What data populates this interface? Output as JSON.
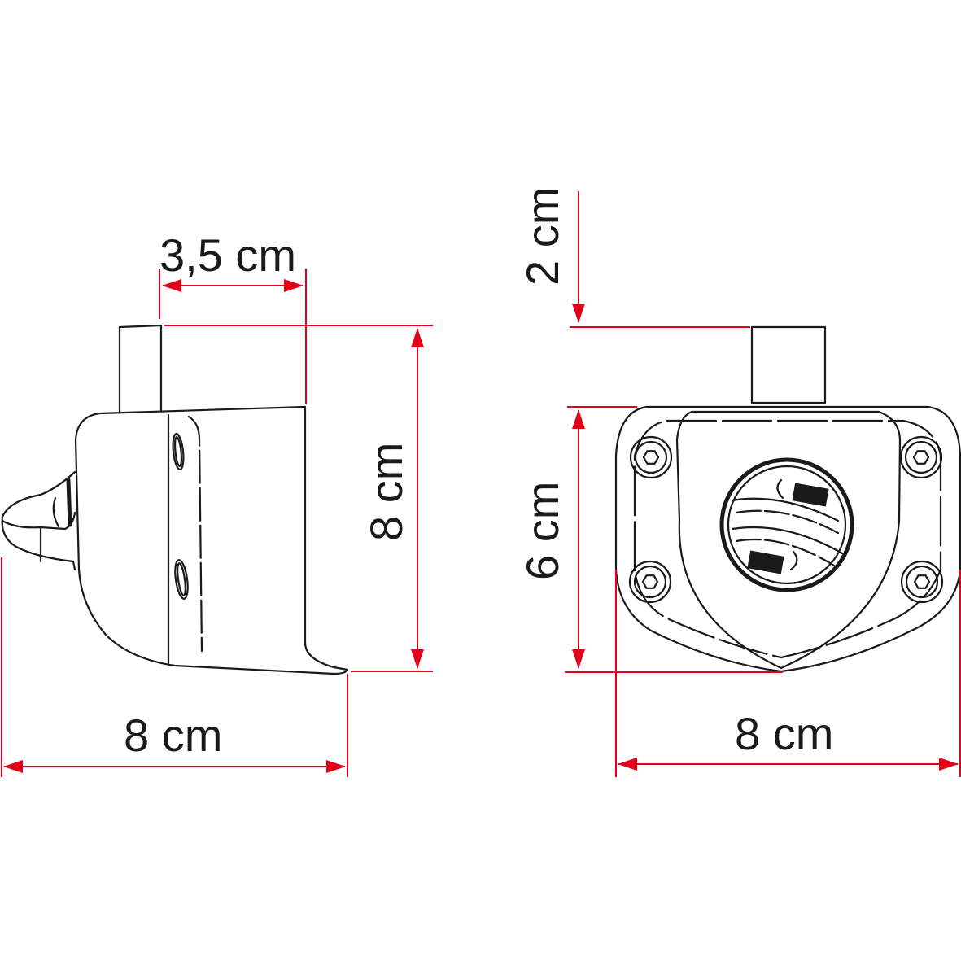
{
  "colors": {
    "dimension": "#e2001a",
    "outline": "#1a1a1a",
    "background": "#ffffff"
  },
  "side_view": {
    "width_label": "8 cm",
    "height_label": "8 cm",
    "post_offset_label": "3,5 cm"
  },
  "front_view": {
    "width_label": "8 cm",
    "body_height_label": "6 cm",
    "post_height_label": "2 cm"
  }
}
